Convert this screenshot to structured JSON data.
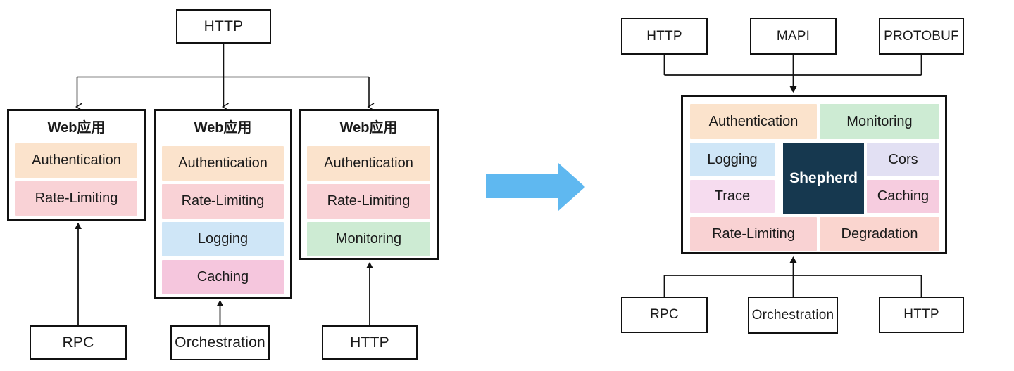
{
  "palette": {
    "ink": "#111111",
    "authentication": "#FBE3CC",
    "rate_limiting": "#F9D2D6",
    "logging": "#CFE6F7",
    "caching_left": "#F5C6DD",
    "monitoring": "#CDEBD3",
    "cors": "#E2E0F3",
    "trace": "#F6DCEF",
    "caching_right": "#F6CCDF",
    "degradation": "#FAD5CF",
    "shepherd_bg": "#16384F",
    "shepherd_fg": "#FFFFFF",
    "transform_arrow": "#5FB8F0"
  },
  "left": {
    "source": {
      "label": "HTTP"
    },
    "apps": [
      {
        "title": "Web应用",
        "features": [
          {
            "label": "Authentication",
            "color": "#FBE3CC"
          },
          {
            "label": "Rate-Limiting",
            "color": "#F9D2D6"
          }
        ]
      },
      {
        "title": "Web应用",
        "features": [
          {
            "label": "Authentication",
            "color": "#FBE3CC"
          },
          {
            "label": "Rate-Limiting",
            "color": "#F9D2D6"
          },
          {
            "label": "Logging",
            "color": "#CFE6F7"
          },
          {
            "label": "Caching",
            "color": "#F5C6DD"
          }
        ]
      },
      {
        "title": "Web应用",
        "features": [
          {
            "label": "Authentication",
            "color": "#FBE3CC"
          },
          {
            "label": "Rate-Limiting",
            "color": "#F9D2D6"
          },
          {
            "label": "Monitoring",
            "color": "#CDEBD3"
          }
        ]
      }
    ],
    "backends": [
      {
        "label": "RPC"
      },
      {
        "label": "Orchestration"
      },
      {
        "label": "HTTP"
      }
    ]
  },
  "right": {
    "protocols": [
      {
        "label": "HTTP"
      },
      {
        "label": "MAPI"
      },
      {
        "label": "PROTOBUF"
      }
    ],
    "gateway": {
      "core": {
        "label": "Shepherd",
        "bg": "#16384F"
      },
      "features": {
        "authentication": {
          "label": "Authentication",
          "color": "#FBE3CC"
        },
        "monitoring": {
          "label": "Monitoring",
          "color": "#CDEBD3"
        },
        "logging": {
          "label": "Logging",
          "color": "#CFE6F7"
        },
        "cors": {
          "label": "Cors",
          "color": "#E2E0F3"
        },
        "trace": {
          "label": "Trace",
          "color": "#F6DCEF"
        },
        "caching": {
          "label": "Caching",
          "color": "#F6CCDF"
        },
        "rate_limiting": {
          "label": "Rate-Limiting",
          "color": "#F9D2D3"
        },
        "degradation": {
          "label": "Degradation",
          "color": "#FAD5CF"
        }
      }
    },
    "backends": [
      {
        "label": "RPC"
      },
      {
        "label": "Orchestration"
      },
      {
        "label": "HTTP"
      }
    ]
  }
}
